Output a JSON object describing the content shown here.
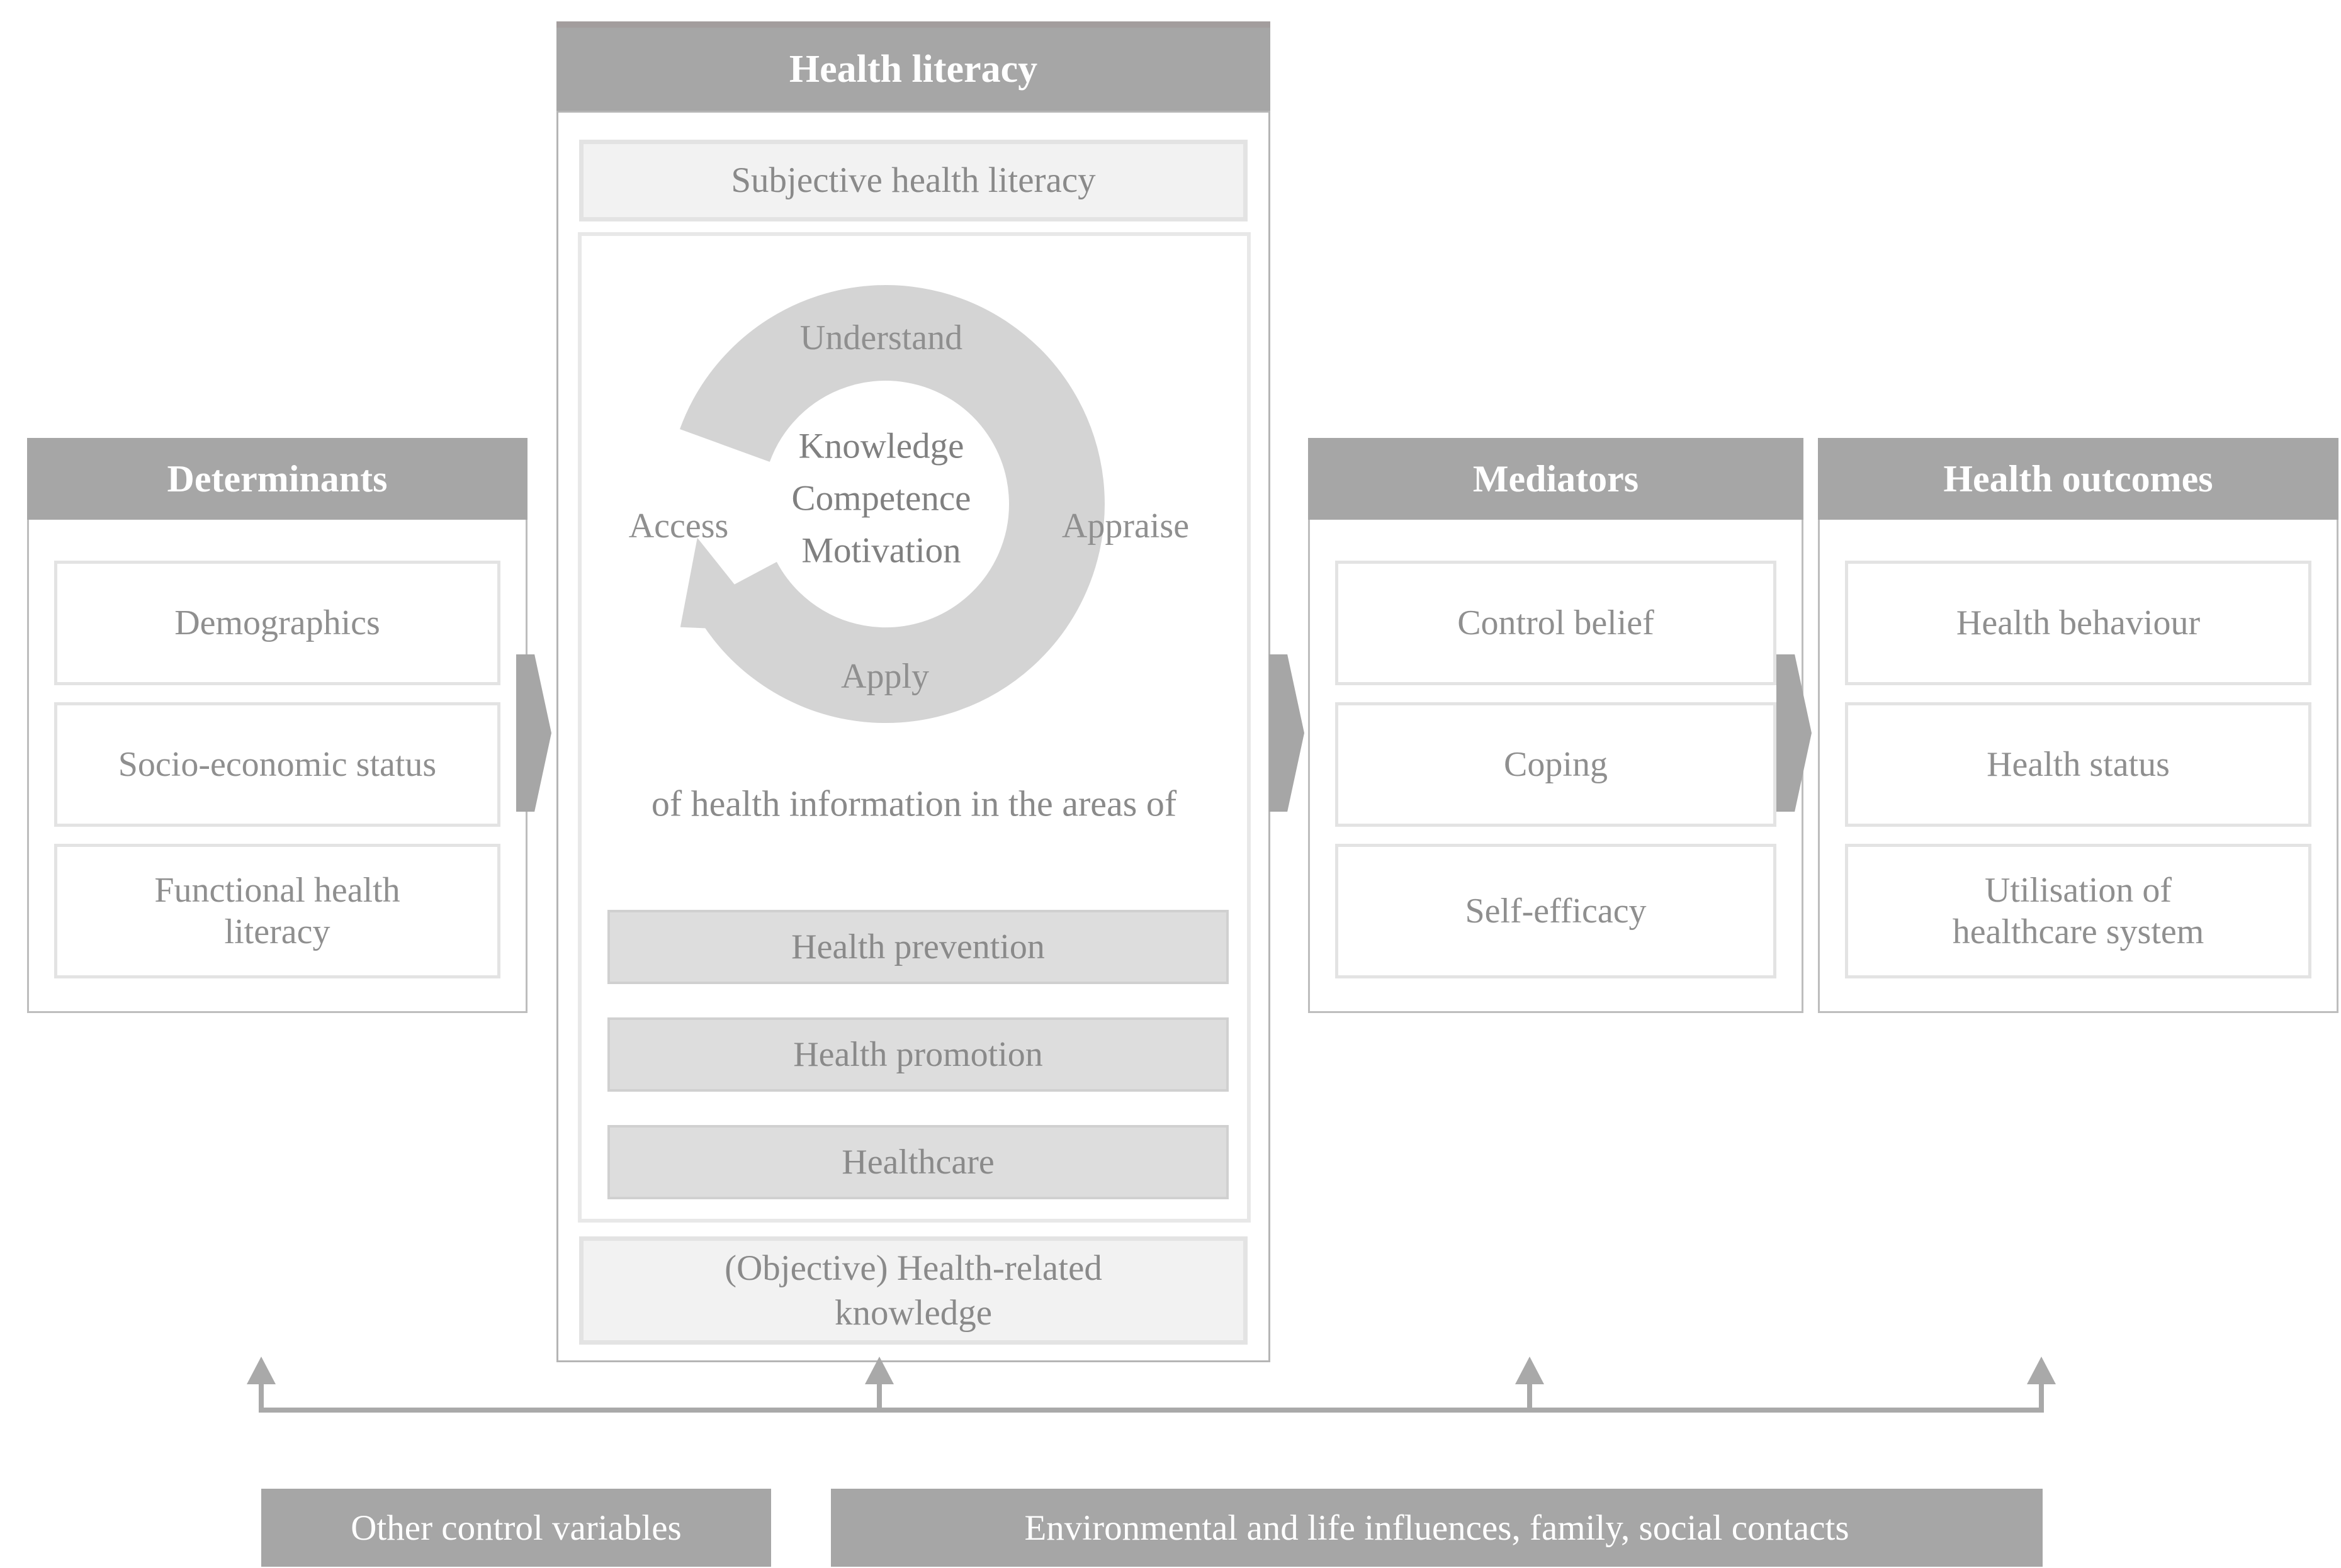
{
  "colors": {
    "header_bg": "#a6a6a6",
    "panel_border": "#bdbdbd",
    "light_fill": "#f2f2f2",
    "area_fill": "#dddddd",
    "ring": "#d4d4d4",
    "text_gray": "#8c8c8c",
    "header_text": "#ffffff"
  },
  "health_literacy": {
    "title": "Health literacy",
    "subjective": "Subjective health literacy",
    "cycle": {
      "understand": "Understand",
      "appraise": "Appraise",
      "apply": "Apply",
      "access": "Access",
      "center": [
        "Knowledge",
        "Competence",
        "Motivation"
      ]
    },
    "caption": "of health information in the areas of",
    "areas": [
      "Health prevention",
      "Health promotion",
      "Healthcare"
    ],
    "objective": "(Objective) Health-related knowledge"
  },
  "determinants": {
    "title": "Determinants",
    "items": [
      "Demographics",
      "Socio-economic status",
      "Functional health literacy"
    ]
  },
  "mediators": {
    "title": "Mediators",
    "items": [
      "Control belief",
      "Coping",
      "Self-efficacy"
    ]
  },
  "health_outcomes": {
    "title": "Health outcomes",
    "items": [
      "Health behaviour",
      "Health status",
      "Utilisation of healthcare system"
    ]
  },
  "bottom": {
    "left_box": "Other control variables",
    "right_box": "Environmental and life influences, family, social contacts"
  }
}
